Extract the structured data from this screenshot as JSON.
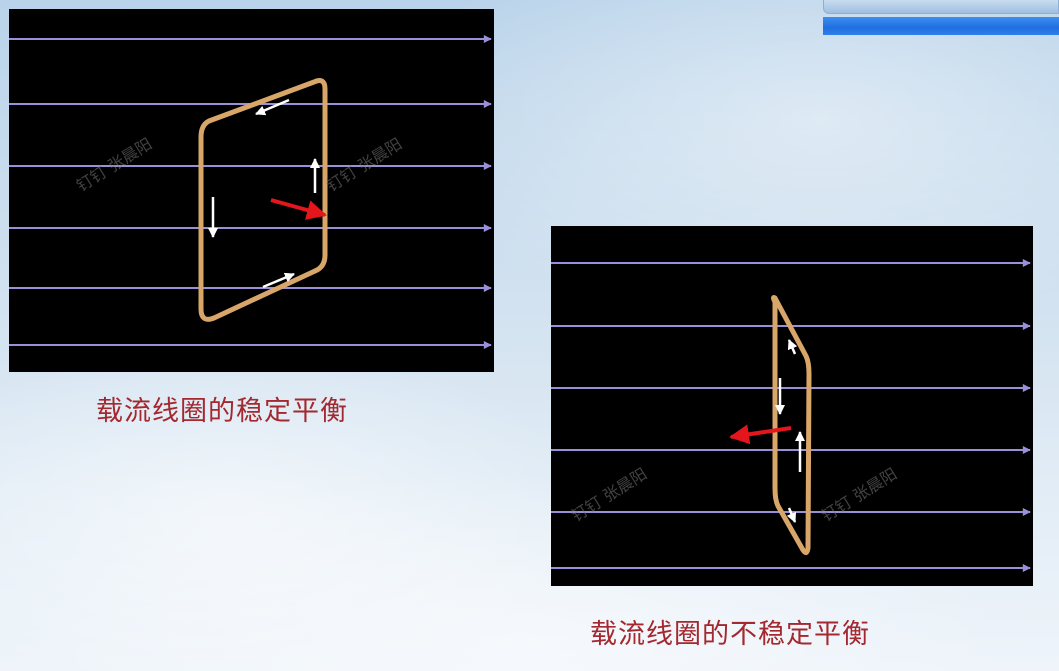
{
  "captions": {
    "stable": "载流线圈的稳定平衡",
    "unstable": "载流线圈的不稳定平衡"
  },
  "watermarks": {
    "text": "钉钉 张晨阳"
  },
  "colors": {
    "field_line": "#9a8fd8",
    "coil": "#d9a66a",
    "force_arrow": "#e3161b",
    "current_arrow": "#ffffff",
    "caption": "#a3282f",
    "panel_bg": "#000000"
  }
}
